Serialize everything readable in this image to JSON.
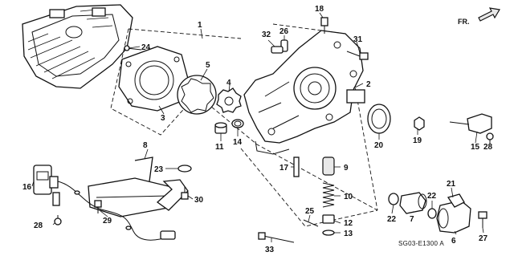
{
  "direction_label": "FR.",
  "diagram_code": "SG03-E1300 A",
  "callouts": {
    "c1": "1",
    "c2": "2",
    "c3": "3",
    "c4": "4",
    "c5": "5",
    "c6": "6",
    "c7": "7",
    "c8": "8",
    "c9": "9",
    "c10": "10",
    "c11": "11",
    "c12": "12",
    "c13": "13",
    "c14": "14",
    "c15": "15",
    "c16": "16",
    "c17": "17",
    "c18": "18",
    "c19": "19",
    "c20": "20",
    "c21": "21",
    "c22a": "22",
    "c22b": "22",
    "c23": "23",
    "c24": "24",
    "c25": "25",
    "c26": "26",
    "c27": "27",
    "c28a": "28",
    "c28b": "28",
    "c29": "29",
    "c30": "30",
    "c31": "31",
    "c32": "32",
    "c33": "33"
  }
}
